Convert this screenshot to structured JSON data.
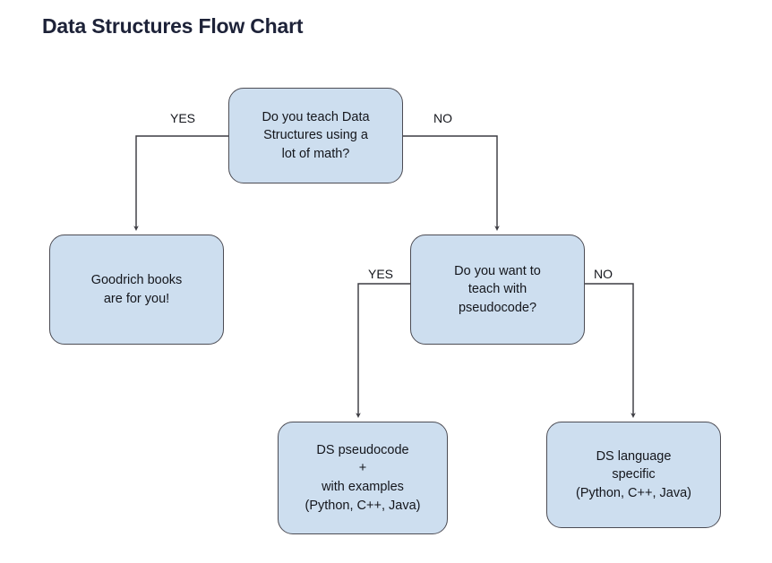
{
  "page": {
    "title": "Data Structures Flow Chart",
    "background_color": "#ffffff",
    "title_color": "#1d2238"
  },
  "theme": {
    "node_fill": "#cddeef",
    "node_border": "#4c4c54",
    "connector_color": "#3c3c42",
    "text_color": "#14161c"
  },
  "chart_data": {
    "type": "diagram",
    "diagram_type": "flowchart",
    "title": "Data Structures Flow Chart",
    "nodes": [
      {
        "id": "q1",
        "shape": "rounded-rect",
        "kind": "decision",
        "text": "Do you teach Data\nStructures using a\nlot of math?"
      },
      {
        "id": "goodrich",
        "shape": "rounded-rect",
        "kind": "terminal",
        "text": "Goodrich books\nare for you!"
      },
      {
        "id": "q2",
        "shape": "rounded-rect",
        "kind": "decision",
        "text": "Do you want to\nteach with\npseudocode?"
      },
      {
        "id": "pseudo",
        "shape": "rounded-rect",
        "kind": "terminal",
        "text": "DS pseudocode\n+\nwith examples\n(Python, C++, Java)"
      },
      {
        "id": "langspec",
        "shape": "rounded-rect",
        "kind": "terminal",
        "text": "DS language\nspecific\n(Python, C++, Java)"
      }
    ],
    "edges": [
      {
        "id": "e1",
        "from": "q1",
        "to": "goodrich",
        "label": "YES"
      },
      {
        "id": "e2",
        "from": "q1",
        "to": "q2",
        "label": "NO"
      },
      {
        "id": "e3",
        "from": "q2",
        "to": "pseudo",
        "label": "YES"
      },
      {
        "id": "e4",
        "from": "q2",
        "to": "langspec",
        "label": "NO"
      }
    ]
  }
}
